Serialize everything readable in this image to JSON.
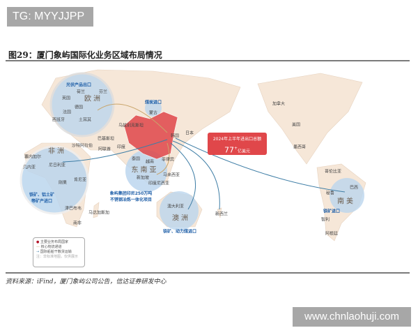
{
  "tag": "TG: MYYJJPP",
  "title": "图29：厦门象屿国际化业务区域布局情况",
  "total_box": {
    "label": "2024年上半年进出口总额",
    "value": "77",
    "sup": "+",
    "unit": "亿美元"
  },
  "regions": {
    "europe": "欧洲",
    "africa": "非洲",
    "sea": "东南亚",
    "oceania": "澳洲",
    "samerica": "南美"
  },
  "callouts": {
    "europe": "光伏产品出口",
    "mongolia": "煤炭进口",
    "africa": "铁矿、铝土矿等矿产进口",
    "sea": "象屿集团印尼250万吨不锈钢冶炼一体化项目",
    "oceania": "铁矿、动力煤进口",
    "samerica": "铁矿进口"
  },
  "countries": [
    "芬兰",
    "荷兰",
    "英国",
    "德国",
    "法国",
    "西班牙",
    "土耳其",
    "蒙古",
    "乌兹别克斯坦",
    "巴基斯坦",
    "沙特阿拉伯",
    "阿联酋",
    "印度",
    "韩国",
    "日本",
    "泰国",
    "越南",
    "菲律宾",
    "马来西亚",
    "新加坡",
    "印度尼西亚",
    "塞内加尔",
    "几内亚",
    "尼日利亚",
    "肯尼亚",
    "刚果",
    "津巴布韦",
    "马达加斯加",
    "南非",
    "澳大利亚",
    "新西兰",
    "加拿大",
    "美国",
    "墨西哥",
    "哥伦比亚",
    "巴西",
    "秘鲁",
    "智利",
    "阿根廷"
  ],
  "legend": {
    "item1": "主要业务布局国家",
    "item2": "核心物流通道",
    "item3": "国际船舶干散货运输",
    "note": "注：非标准地图，仅供展示"
  },
  "colors": {
    "china": "#e0474a",
    "land": "#f6e7d8",
    "circle": "#bcd6ee",
    "arrow": "#3f7ea6"
  },
  "source": "资料来源：iFind，厦门象屿公司公告，信达证券研发中心",
  "watermark": "www.chnlaohuji.com"
}
